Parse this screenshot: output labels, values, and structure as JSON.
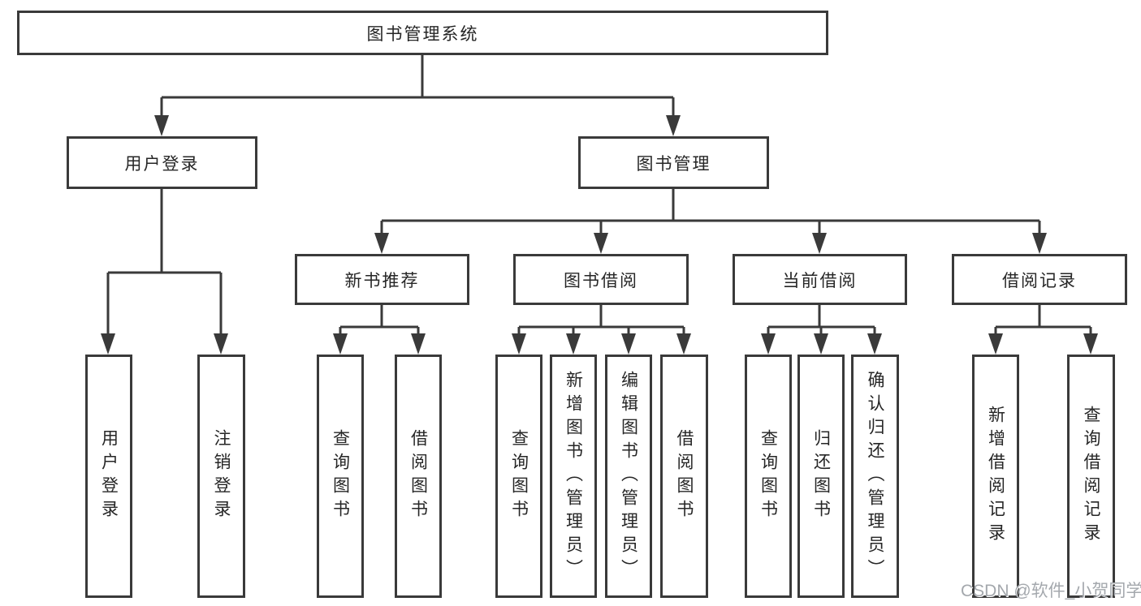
{
  "diagram": {
    "tree": {
      "label": "图书管理系统",
      "children": [
        {
          "label": "用户登录",
          "children": [
            {
              "label": "用户登录"
            },
            {
              "label": "注销登录"
            }
          ]
        },
        {
          "label": "图书管理",
          "children": [
            {
              "label": "新书推荐",
              "children": [
                {
                  "label": "查询图书"
                },
                {
                  "label": "借阅图书"
                }
              ]
            },
            {
              "label": "图书借阅",
              "children": [
                {
                  "label": "查询图书"
                },
                {
                  "label": "新增图书（管理员）"
                },
                {
                  "label": "编辑图书（管理员）"
                },
                {
                  "label": "借阅图书"
                }
              ]
            },
            {
              "label": "当前借阅",
              "children": [
                {
                  "label": "查询图书"
                },
                {
                  "label": "归还图书"
                },
                {
                  "label": "确认归还（管理员）"
                }
              ]
            },
            {
              "label": "借阅记录",
              "children": [
                {
                  "label": "新增借阅记录"
                },
                {
                  "label": "查询借阅记录"
                }
              ]
            }
          ]
        }
      ]
    },
    "colors": {
      "line": "#3a3a3a",
      "text": "#262626",
      "background": "#ffffff"
    }
  },
  "watermark": {
    "text": "CSDN @软件_小贺同学",
    "color": "#a4a8ad"
  }
}
